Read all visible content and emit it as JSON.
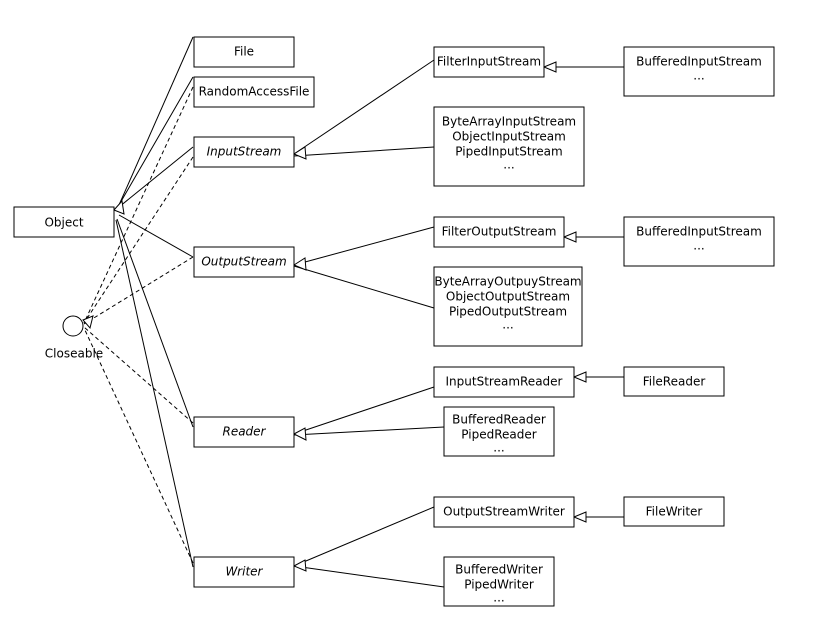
{
  "diagram": {
    "object": "Object",
    "closeable": "Closeable",
    "file": "File",
    "random_access_file": "RandomAccessFile",
    "input_stream": "InputStream",
    "output_stream": "OutputStream",
    "reader": "Reader",
    "writer": "Writer",
    "filter_input_stream": "FilterInputStream",
    "buffered_input_stream_1": [
      "BufferedInputStream",
      "..."
    ],
    "input_stream_subclasses": [
      "ByteArrayInputStream",
      "ObjectInputStream",
      "PipedInputStream",
      "..."
    ],
    "filter_output_stream": "FilterOutputStream",
    "buffered_input_stream_2": [
      "BufferedInputStream",
      "..."
    ],
    "output_stream_subclasses": [
      "ByteArrayOutpuyStream",
      "ObjectOutputStream",
      "PipedOutputStream",
      "..."
    ],
    "input_stream_reader": "InputStreamReader",
    "file_reader": "FileReader",
    "reader_subclasses": [
      "BufferedReader",
      "PipedReader",
      "..."
    ],
    "output_stream_writer": "OutputStreamWriter",
    "file_writer": "FileWriter",
    "writer_subclasses": [
      "BufferedWriter",
      "PipedWriter",
      "..."
    ]
  }
}
